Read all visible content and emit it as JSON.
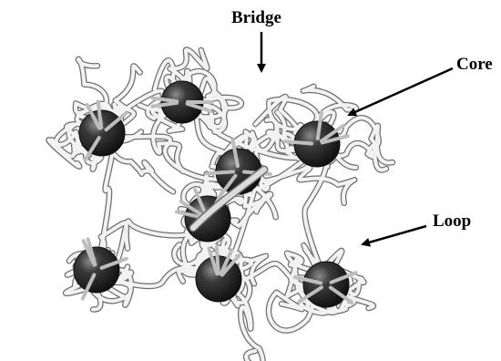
{
  "labels": {
    "bridge": "Bridge",
    "core": "Core",
    "loop": "Loop"
  },
  "colors": {
    "core_fill": "#1f1f1f",
    "core_highlight": "#8a8a8a",
    "strand_fill": "#f2f2f2",
    "strand_outline": "#6e6e6e",
    "arrow": "#000000"
  },
  "components": [
    "core",
    "bridge",
    "loop",
    "strand"
  ]
}
